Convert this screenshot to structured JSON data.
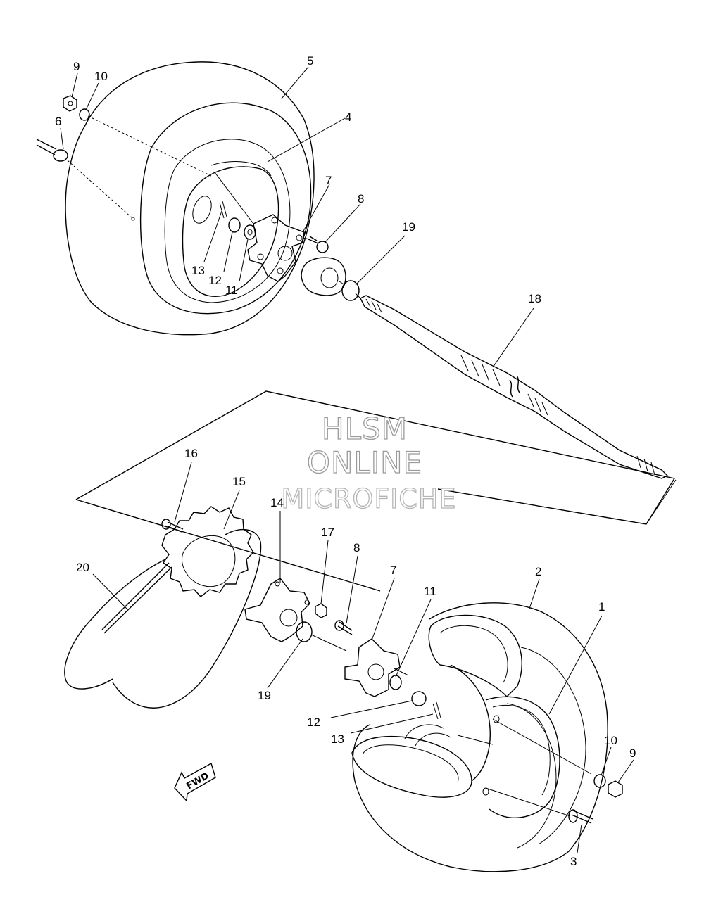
{
  "diagram": {
    "watermark": [
      "HLSM",
      "ONLINE",
      "MICROFICHE"
    ],
    "direction_arrow": "FWD",
    "callouts": {
      "c5": "5",
      "c4": "4",
      "c9a": "9",
      "c10a": "10",
      "c6": "6",
      "c7a": "7",
      "c8a": "8",
      "c19a": "19",
      "c13a": "13",
      "c12a": "12",
      "c11a": "11",
      "c18": "18",
      "c16": "16",
      "c15": "15",
      "c14": "14",
      "c17": "17",
      "c8b": "8",
      "c7b": "7",
      "c11b": "11",
      "c2": "2",
      "c1": "1",
      "c20": "20",
      "c19b": "19",
      "c12b": "12",
      "c13b": "13",
      "c10b": "10",
      "c9b": "9",
      "c3": "3"
    }
  }
}
